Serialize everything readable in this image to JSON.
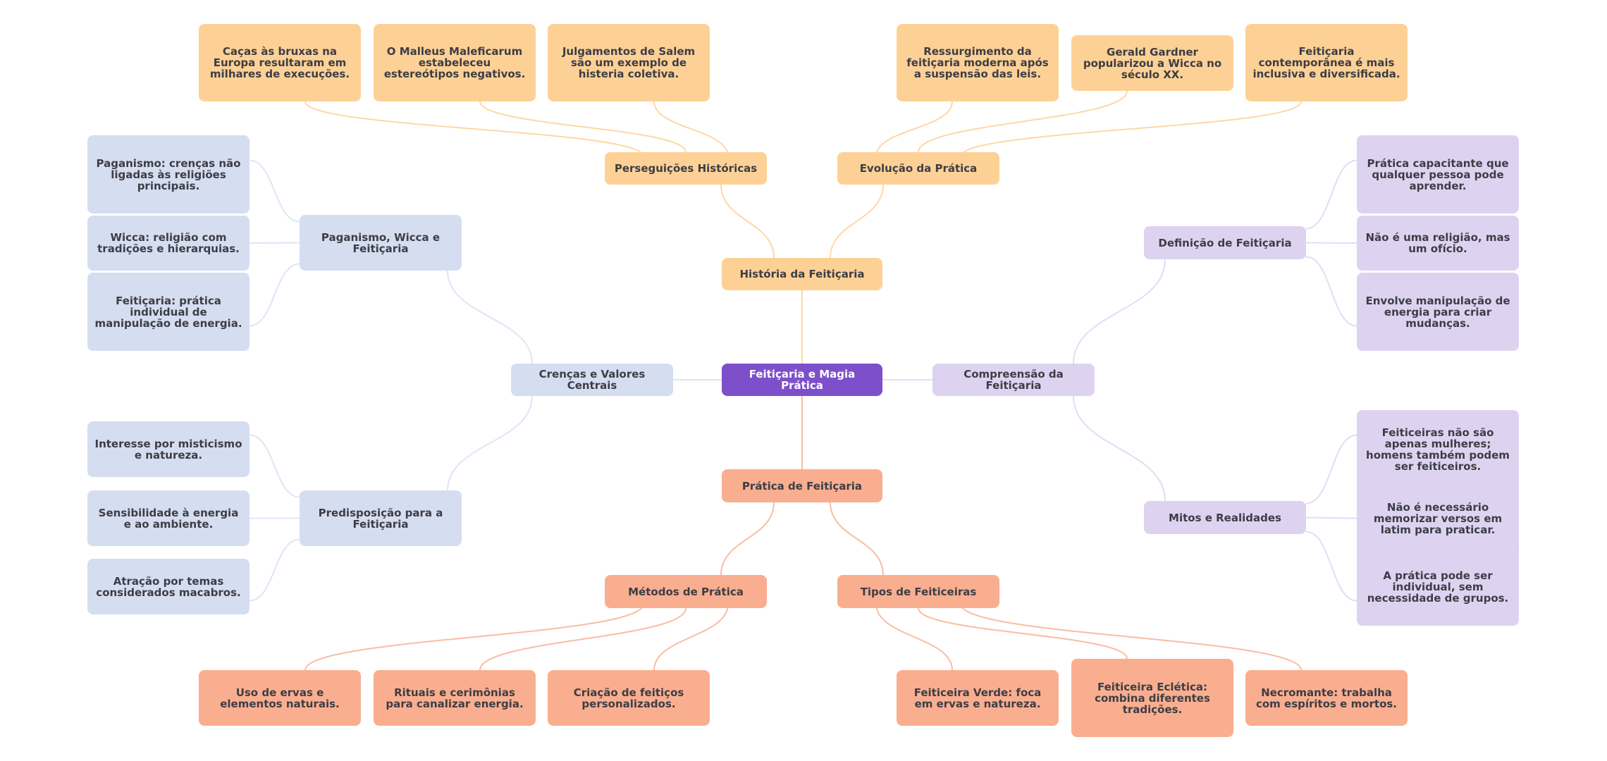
{
  "title": "Feitiçaria e Magia Prática",
  "colors": {
    "root": "#7e4fcb",
    "history": "#fdd196",
    "beliefs": "#d5ddf1",
    "understanding": "#ddd3f1",
    "practice": "#f9ae90",
    "edge_history": "#fdd8a8",
    "edge_beliefs": "#dfe5f5",
    "edge_understanding": "#e4dcf5",
    "edge_practice": "#f9bda5",
    "text": "#3d3d44"
  },
  "root": {
    "label": "Feitiçaria e Magia Prática"
  },
  "branches": {
    "historia": {
      "label": "História da Feitiçaria",
      "subs": [
        {
          "label": "Perseguições Históricas",
          "leaves": [
            "Caças às bruxas na Europa resultaram em milhares de execuções.",
            "O Malleus Maleficarum estabeleceu estereótipos negativos.",
            "Julgamentos de Salem são um exemplo de histeria coletiva."
          ]
        },
        {
          "label": "Evolução da Prática",
          "leaves": [
            "Ressurgimento da feitiçaria moderna após a suspensão das leis.",
            "Gerald Gardner popularizou a Wicca no século XX.",
            "Feitiçaria contemporânea é mais inclusiva e diversificada."
          ]
        }
      ]
    },
    "crencas": {
      "label": "Crenças e Valores Centrais",
      "subs": [
        {
          "label": "Paganismo, Wicca e Feitiçaria",
          "leaves": [
            "Paganismo: crenças não ligadas às religiões principais.",
            "Wicca: religião com tradições e hierarquias.",
            "Feitiçaria: prática individual de manipulação de energia."
          ]
        },
        {
          "label": "Predisposição para a Feitiçaria",
          "leaves": [
            "Interesse por misticismo e natureza.",
            "Sensibilidade à energia e ao ambiente.",
            "Atração por temas considerados macabros."
          ]
        }
      ]
    },
    "compreensao": {
      "label": "Compreensão da Feitiçaria",
      "subs": [
        {
          "label": "Definição de Feitiçaria",
          "leaves": [
            "Prática capacitante que qualquer pessoa pode aprender.",
            "Não é uma religião, mas um ofício.",
            "Envolve manipulação de energia para criar mudanças."
          ]
        },
        {
          "label": "Mitos e Realidades",
          "leaves": [
            "Feiticeiras não são apenas mulheres; homens também podem ser feiticeiros.",
            "Não é necessário memorizar versos em latim para praticar.",
            "A prática pode ser individual, sem necessidade de grupos."
          ]
        }
      ]
    },
    "pratica": {
      "label": "Prática de Feitiçaria",
      "subs": [
        {
          "label": "Métodos de Prática",
          "leaves": [
            "Uso de ervas e elementos naturais.",
            "Rituais e cerimônias para canalizar energia.",
            "Criação de feitiços personalizados."
          ]
        },
        {
          "label": "Tipos de Feiticeiras",
          "leaves": [
            "Feiticeira Verde: foca em ervas e natureza.",
            "Feiticeira Eclética: combina diferentes tradições.",
            "Necromante: trabalha com espíritos e mortos."
          ]
        }
      ]
    }
  }
}
